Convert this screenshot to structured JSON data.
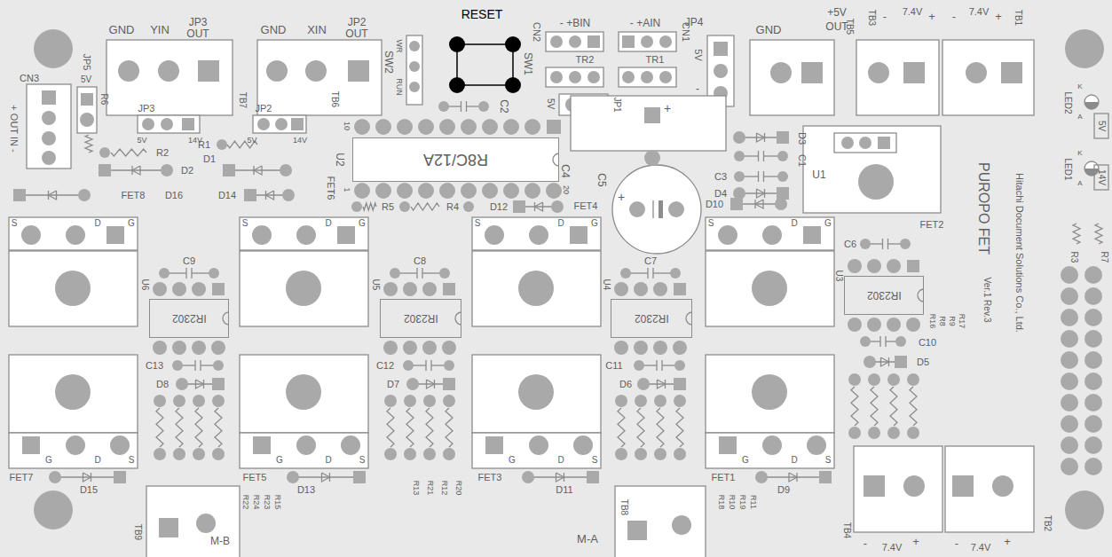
{
  "diagram": {
    "nodes": [
      {
        "text": [
          "R8C/12A"
        ]
      },
      {
        "text": [
          "IR2302"
        ]
      },
      {
        "text": [
          "IR2302"
        ]
      },
      {
        "text": [
          "IR2302"
        ]
      },
      {
        "text": [
          "IR2302"
        ]
      }
    ],
    "labels": [
      "GND",
      "YIN",
      "JP3",
      "OUT",
      "GND",
      "XIN",
      "JP2",
      "OUT",
      "SW2",
      "WR",
      "RUN",
      "RESET",
      "SW1",
      "CN2",
      "- +BIN",
      "- +AIN",
      "CN1",
      "TR2",
      "TR1",
      "5V",
      "JP1",
      "JP4",
      "5V",
      "-",
      "GND",
      "+5V",
      "OUT",
      "TB5",
      "TB3",
      "-",
      "7.4V",
      "+",
      "-",
      "7.4V",
      "+",
      "TB1",
      "CN3",
      "JP5",
      "5V",
      "+ OUT IN -",
      "R6",
      "JP3",
      "5V",
      "14V",
      "TB7",
      "JP2",
      "5V",
      "14V",
      "TB6",
      "10",
      "U2",
      "1",
      "20",
      "C2",
      "C4",
      "C5",
      "+",
      "+",
      "D3",
      "C1",
      "C3",
      "D4",
      "U1",
      "PUROPO FET",
      "Ver.1 Rev.3",
      "Hitachi Document Solutions Co., Ltd.",
      "LED2",
      "K",
      "A",
      "5V",
      "LED1",
      "K",
      "A",
      "14V",
      "R3",
      "R7",
      "R2",
      "R1",
      "D1",
      "D2",
      "FET8",
      "D16",
      "D14",
      "FET6",
      "R5",
      "R4",
      "D12",
      "FET4",
      "D10",
      "FET2",
      "S",
      "D",
      "G",
      "S",
      "D",
      "G",
      "S",
      "D",
      "G",
      "S",
      "D",
      "G",
      "G",
      "D",
      "S",
      "G",
      "D",
      "S",
      "G",
      "D",
      "S",
      "G",
      "D",
      "S",
      "C9",
      "C8",
      "C7",
      "C6",
      "U6",
      "U5",
      "U4",
      "U3",
      "C13",
      "D8",
      "C12",
      "D7",
      "C11",
      "D6",
      "C10",
      "D5",
      "R16",
      "R8",
      "R9",
      "R17",
      "FET7",
      "D15",
      "FET5",
      "D13",
      "R22",
      "R24",
      "R23",
      "R15",
      "R13",
      "R21",
      "R12",
      "R20",
      "FET3",
      "D11",
      "FET1",
      "D9",
      "R18",
      "R10",
      "R19",
      "R11",
      "TB9",
      "M-B",
      "M-A",
      "TB8",
      "TB4",
      "-",
      "7.4V",
      "+",
      "-",
      "7.4V",
      "+",
      "TB2"
    ]
  }
}
